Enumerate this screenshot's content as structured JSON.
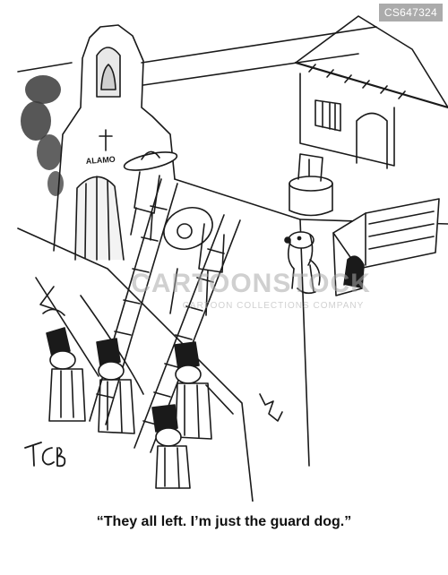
{
  "image": {
    "code": "CS647324",
    "sign_text": "ALAMO",
    "watermark": {
      "main": "CARTOONSTOCK",
      "sub": "CARTOON COLLECTIONS COMPANY"
    },
    "signature": "TCB",
    "caption": "“They all left. I’m just the guard dog.”"
  },
  "colors": {
    "ink": "#1a1a1a",
    "smoke": "#3a3a3a",
    "shadow": "#c8c8c8",
    "badge": "#ababab"
  }
}
